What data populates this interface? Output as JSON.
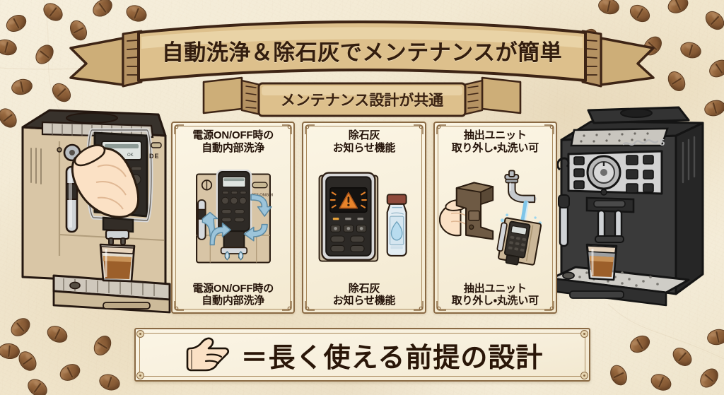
{
  "page": {
    "title_banner": "自動洗浄＆除石灰でメンテナンスが簡単",
    "sub_banner": "メンテナンス設計が共通"
  },
  "colors": {
    "paper": "#f3ead4",
    "ribbon_fill": "#d9bd88",
    "ribbon_fill_light": "#e8d3a9",
    "ribbon_fold": "#bb9a63",
    "ink": "#331d0e",
    "frame": "#8a6a44",
    "panel_fill": "#f8f0dc",
    "bean": "#8f6139",
    "bean_outline": "#5b3a20",
    "arrow_blue": "#9cc4da",
    "water_blue": "#7fc5e8",
    "warning_orange": "#e8832a",
    "skin": "#fbe0c4",
    "machine_beige": "#d7c4a4",
    "machine_black": "#2b2b2b",
    "steel": "#c9cbce",
    "crema": "#9a5c28"
  },
  "panels": [
    {
      "id": "auto-rinse",
      "caption_top": "電源ON/OFF時の\n自動内部洗浄",
      "caption_bottom": "電源ON/OFF時の\n自動内部洗浄",
      "art_name": "auto-rinse-illustration",
      "art_elements": [
        "coffee-machine-front",
        "circulation-arrow-right",
        "circulation-arrow-left",
        "circulation-arrow-up",
        "water-drop",
        "water-drop"
      ]
    },
    {
      "id": "descale-alert",
      "caption_top": "除石灰\nお知らせ機能",
      "caption_bottom": "除石灰\nお知らせ機能",
      "art_name": "descale-alert-illustration",
      "art_elements": [
        "control-panel",
        "warning-triangle-icon",
        "descaler-bottle",
        "water-drop-label"
      ]
    },
    {
      "id": "brew-unit-washable",
      "caption_top": "抽出ユニット\n取り外し・丸洗い可",
      "caption_bottom": "抽出ユニット\n取り外し・丸洗い可",
      "art_name": "brew-unit-illustration",
      "art_elements": [
        "hand-holding-brew-unit",
        "faucet-icon",
        "water-stream",
        "brew-unit-rinsing"
      ]
    }
  ],
  "bottom": {
    "icon": "pointing-hand-icon",
    "text": "＝長く使える前提の設計"
  },
  "machines": [
    {
      "id": "machine-left",
      "name": "beige-espresso-machine",
      "detail": "hand pressing control panel, espresso glass on drip tray"
    },
    {
      "id": "machine-right",
      "name": "black-espresso-machine",
      "detail": "espresso glass on drip tray"
    }
  ],
  "background": {
    "name": "parchment-with-coffee-beans",
    "bean_count": 34
  }
}
